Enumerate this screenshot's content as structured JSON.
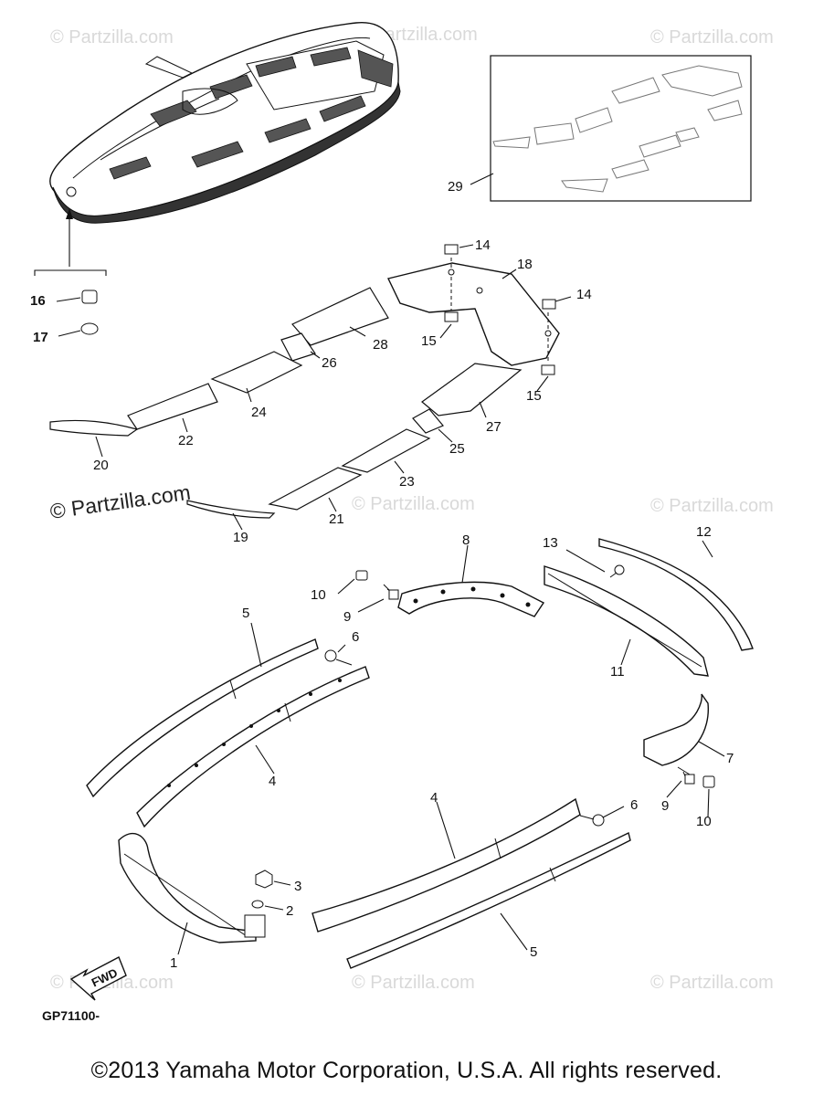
{
  "watermark": "© Partzilla.com",
  "diagram_code": "GP71100-",
  "copyright": "©2013  Yamaha Motor Corporation, U.S.A. All rights reserved.",
  "fwd_label": "FWD",
  "part_numbers": [
    "1",
    "2",
    "3",
    "4",
    "4",
    "5",
    "5",
    "6",
    "6",
    "7",
    "8",
    "9",
    "9",
    "10",
    "10",
    "11",
    "12",
    "13",
    "14",
    "14",
    "15",
    "15",
    "16",
    "17",
    "18",
    "19",
    "20",
    "21",
    "22",
    "23",
    "24",
    "25",
    "26",
    "27",
    "28",
    "29"
  ]
}
